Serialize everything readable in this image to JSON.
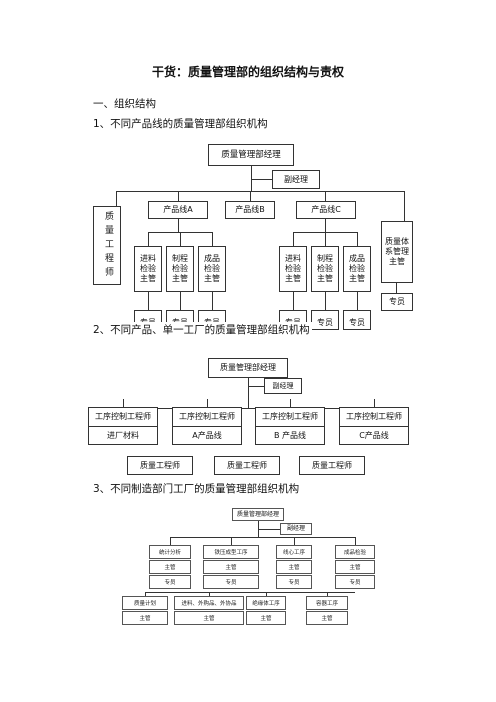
{
  "title": "干货：质量管理部的组织结构与责权",
  "section1": "一、组织结构",
  "sub1": "1、不同产品线的质量管理部组织机构",
  "sub2": "2、不同产品、单一工厂的质量管理部组织机构",
  "sub3": "3、不同制造部门工厂的质量管理部组织机构",
  "chart1": {
    "top": "质量管理部经理",
    "deputy": "副经理",
    "left_vertical": "质量工程师",
    "lines": [
      "产品线A",
      "产品线B",
      "产品线C"
    ],
    "a_children": [
      "进料检验主管",
      "制程检验主管",
      "成品检验主管"
    ],
    "c_children": [
      "进料检验主管",
      "制程检验主管",
      "成品检验主管"
    ],
    "right_box": "质量体系管理主管",
    "specialist": "专员"
  },
  "chart2": {
    "top": "质量管理部经理",
    "deputy": "副经理",
    "engineers": [
      "工序控制工程师",
      "工序控制工程师",
      "工序控制工程师",
      "工序控制工程师"
    ],
    "lines": [
      "进厂材料",
      "A产品线",
      "B 产品线",
      "C产品线"
    ],
    "quality": [
      "质量工程师",
      "质量工程师",
      "质量工程师"
    ]
  },
  "chart3": {
    "top": "质量管理部经理",
    "deputy": "副经理",
    "groups": [
      {
        "name": "统计分析",
        "rows": [
          "主管",
          "专员"
        ]
      },
      {
        "name": "铁压成型工序",
        "rows": [
          "主管",
          "专员"
        ]
      },
      {
        "name": "线心工序",
        "rows": [
          "主管",
          "专员"
        ]
      },
      {
        "name": "成品检验",
        "rows": [
          "主管",
          "专员"
        ]
      }
    ],
    "bottom": [
      {
        "name": "质量计划",
        "row": "主管"
      },
      {
        "name": "进料、外购品、外协品",
        "row": "主管"
      },
      {
        "name": "绝缘体工序",
        "row": "主管"
      },
      {
        "name": "容器工序",
        "row": "主管"
      }
    ]
  }
}
